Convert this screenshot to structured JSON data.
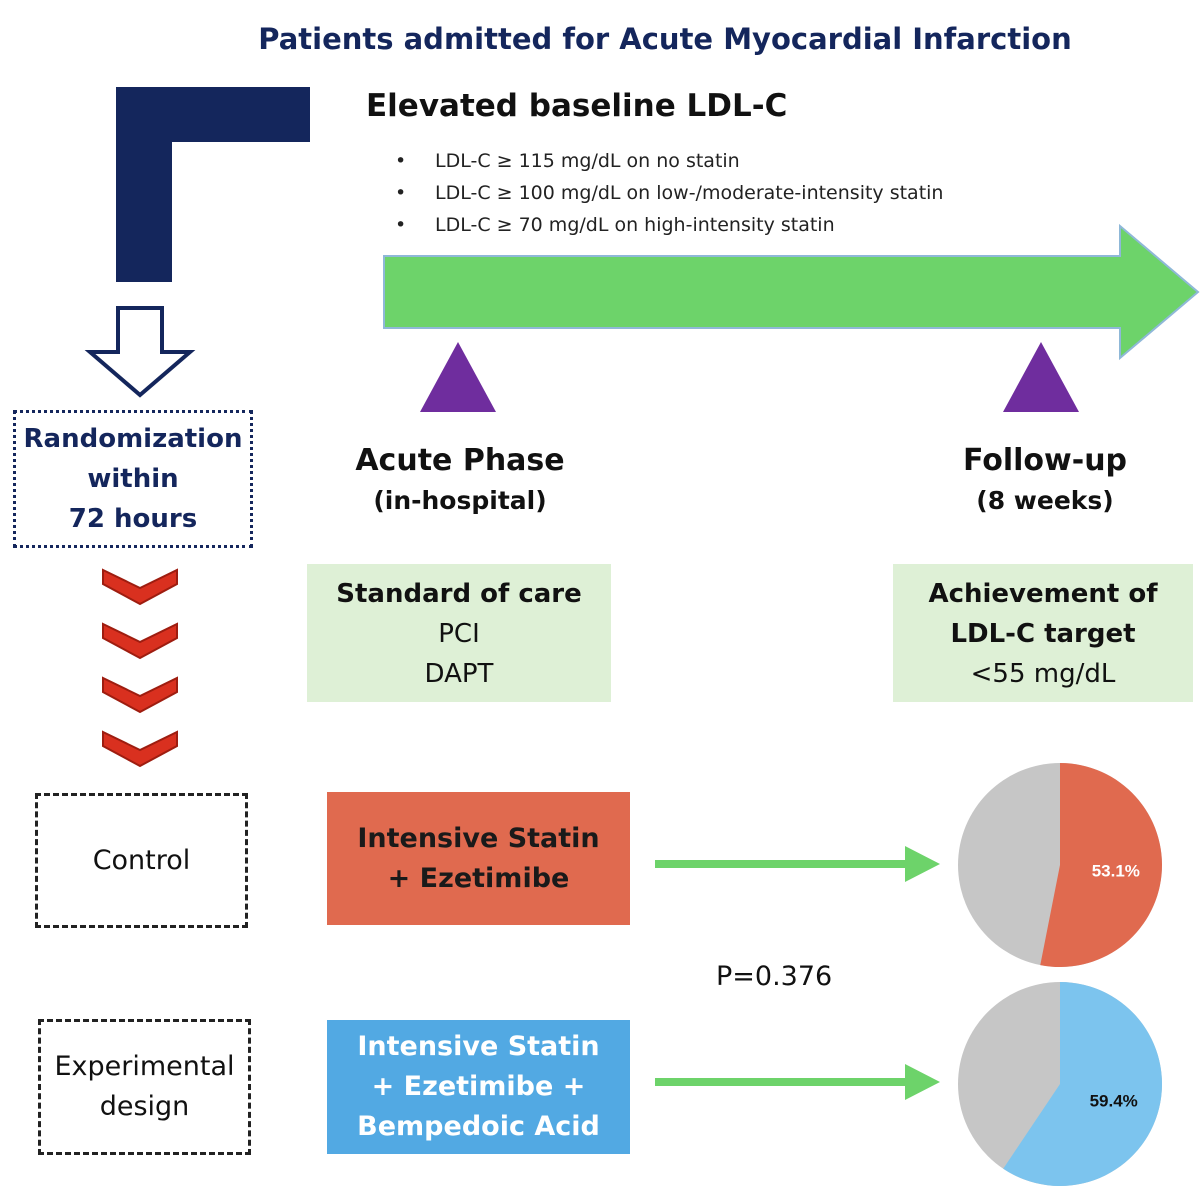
{
  "title": "Patients admitted for Acute Myocardial Infarction",
  "eligibility": {
    "heading": "Elevated baseline LDL-C",
    "criteria": [
      "LDL-C  ≥ 115 mg/dL on no statin",
      "LDL-C  ≥ 100 mg/dL on low-/moderate-intensity statin",
      "LDL-C  ≥ 70 mg/dL on high-intensity statin"
    ]
  },
  "randomization": "Randomization\nwithin\n72 hours",
  "phases": {
    "acute": {
      "title": "Acute Phase",
      "subtitle": "(in-hospital)"
    },
    "followup": {
      "title": "Follow-up",
      "subtitle": "(8 weeks)"
    }
  },
  "standard_care": {
    "title": "Standard of care",
    "lines": [
      "PCI",
      "DAPT"
    ]
  },
  "target": {
    "title_lines": [
      "Achievement of",
      "LDL-C target"
    ],
    "value": "<55 mg/dL"
  },
  "arms": {
    "control": {
      "label": "Control",
      "treatment_lines": [
        "Intensive Statin",
        "+ Ezetimibe"
      ],
      "result_label": "53.1%",
      "result_value": 53.1,
      "color": "#e06a4f"
    },
    "experimental": {
      "label": "Experimental\ndesign",
      "treatment_lines": [
        "Intensive Statin",
        "+ Ezetimibe +",
        "Bempedoic Acid"
      ],
      "result_label": "59.4%",
      "result_value": 59.4,
      "color": "#7cc4ee"
    }
  },
  "p_value": "P=0.376",
  "colors": {
    "navy": "#14265c",
    "arrow_green": "#6dd36a",
    "timeline_purple": "#6f2d9e",
    "chevron_red": "#d9301f",
    "box_green": "#def0d6",
    "control_red": "#e06a4f",
    "experimental_blue": "#52a9e3",
    "pie_grey": "#c6c6c6"
  }
}
